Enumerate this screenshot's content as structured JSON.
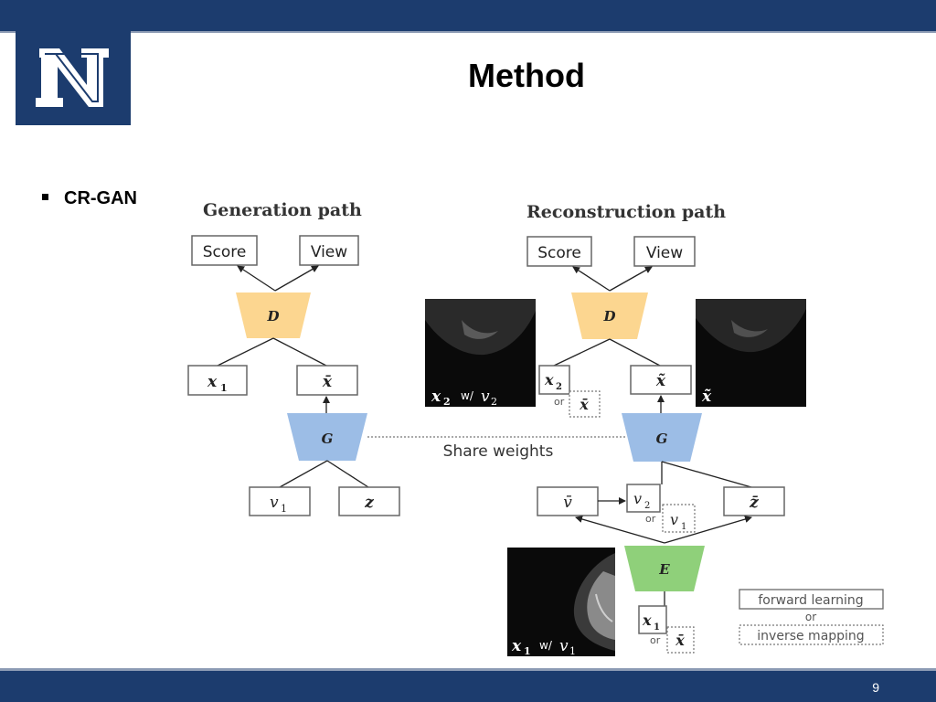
{
  "slide": {
    "title": "Method",
    "bullet": "CR-GAN",
    "page_number": "9"
  },
  "diagram": {
    "generation_title": "Generation path",
    "reconstruction_title": "Reconstruction path",
    "score_label": "Score",
    "view_label": "View",
    "d_label": "D",
    "g_label": "G",
    "e_label": "E",
    "share_weights": "Share weights",
    "x1": "x",
    "x1_sub": "1",
    "x2": "x",
    "x2_sub": "2",
    "xbar": "x̄",
    "xtilde": "x̃",
    "v1": "v",
    "v1_sub": "1",
    "v2": "v",
    "v2_sub": "2",
    "vbar": "v̄",
    "z": "z",
    "zbar": "z̄",
    "or": "or",
    "w_slash": "w/",
    "legend_forward": "forward learning",
    "legend_or": "or",
    "legend_inverse": "inverse mapping"
  },
  "colors": {
    "banner": "#1c3c6e",
    "discriminator": "#fcd690",
    "generator": "#9cbde6",
    "encoder": "#8fd07a"
  }
}
